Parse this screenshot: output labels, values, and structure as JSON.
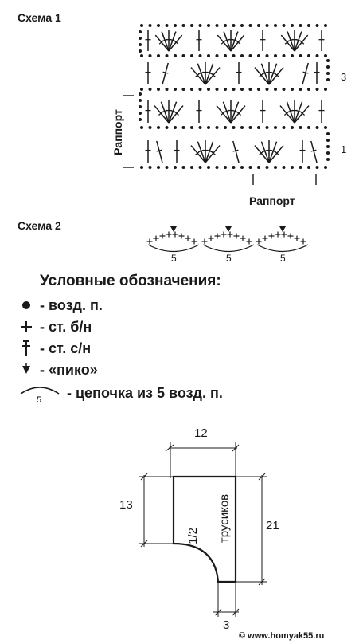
{
  "scheme1": {
    "title": "Схема 1",
    "repeat_vertical_label": "Раппорт",
    "repeat_horizontal_label": "Раппорт",
    "row_labels": [
      "3",
      "1"
    ]
  },
  "scheme2": {
    "title": "Схема 2",
    "arc_count": "5"
  },
  "legend": {
    "title": "Условные обозначения:",
    "items": [
      {
        "symbol": "dot-icon",
        "text": "- возд. п."
      },
      {
        "symbol": "plus-icon",
        "text": "- ст. б/н"
      },
      {
        "symbol": "dagger-icon",
        "text": "- ст. с/н"
      },
      {
        "symbol": "triangle-down-icon",
        "text": "- «пико»"
      },
      {
        "symbol": "arc-icon",
        "text": "- цепочка из 5 возд. п."
      }
    ],
    "arc_number": "5"
  },
  "pattern": {
    "top_width": "12",
    "left_height": "13",
    "right_height": "21",
    "bottom_width": "3",
    "half_label": "1/2",
    "piece_label": "трусиков"
  },
  "watermark": "© www.homyak55.ru"
}
